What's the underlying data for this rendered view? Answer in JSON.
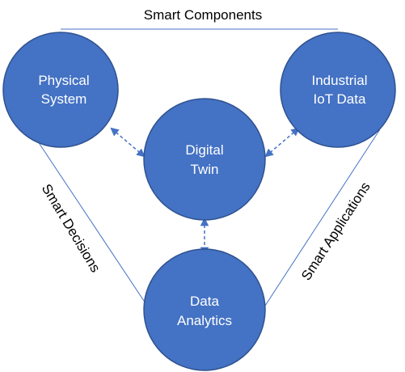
{
  "diagram": {
    "title": "Smart Components",
    "nodes": {
      "physical": {
        "line1": "Physical",
        "line2": "System"
      },
      "industrial": {
        "line1": "Industrial",
        "line2": "IoT Data"
      },
      "twin": {
        "line1": "Digital",
        "line2": "Twin"
      },
      "analytics": {
        "line1": "Data",
        "line2": "Analytics"
      }
    },
    "edges": {
      "left": "Smart Decisions",
      "right": "Smart Applications"
    }
  },
  "colors": {
    "node_fill": "#4472C4",
    "node_stroke": "#2F528F",
    "triangle_line": "#4472C4",
    "arrow": "#4472C4",
    "text_on_node": "#FFFFFF",
    "text": "#000000"
  }
}
